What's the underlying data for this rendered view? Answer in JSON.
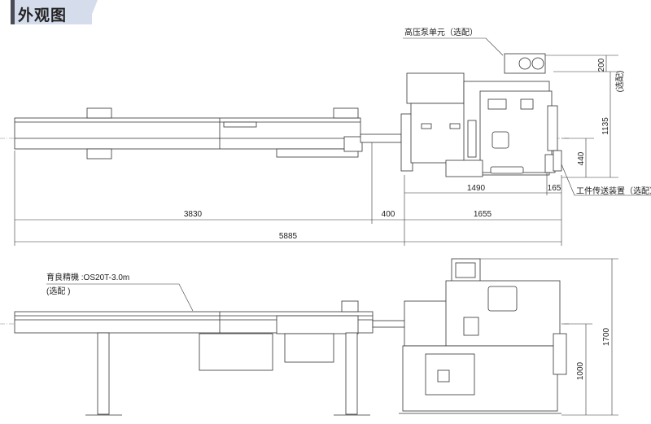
{
  "title": "外观图",
  "top_view": {
    "callout_pump": "高压泵单元（选配）",
    "callout_transfer": "工件传送装置（选配）",
    "optional_note": "(选配)",
    "dims": {
      "d200": "200",
      "d1135": "1135",
      "d440": "440",
      "d1490": "1490",
      "d165": "165",
      "d3830": "3830",
      "d400": "400",
      "d1655": "1655",
      "d5885": "5885"
    }
  },
  "front_view": {
    "callout_barfeeder": "育良精機 :OS20T-3.0m",
    "callout_barfeeder_note": "(选配 )",
    "dims": {
      "d1700": "1700",
      "d1000": "1000"
    }
  }
}
